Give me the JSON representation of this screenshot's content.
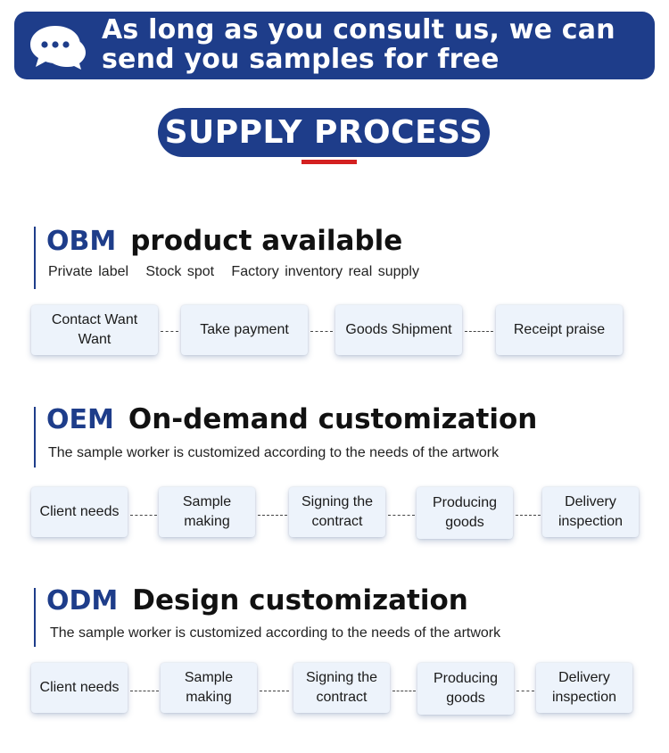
{
  "banner": {
    "icon": "chat-bubbles-icon",
    "text": "As long as you consult us, we can send you samples for free"
  },
  "title": {
    "text": "SUPPLY PROCESS",
    "accent_color": "#d42020",
    "brand_color": "#1e3d8a"
  },
  "sections": [
    {
      "code": "OBM",
      "title": "product available",
      "description": "Private label   Stock spot   Factory inventory real supply",
      "steps": [
        "Contact Want Want",
        "Take payment",
        "Goods Shipment",
        "Receipt praise"
      ]
    },
    {
      "code": "OEM",
      "title": "On-demand customization",
      "description": "The sample worker is customized according to the needs of the artwork",
      "steps": [
        "Client needs",
        "Sample making",
        "Signing the contract",
        "Producing goods",
        "Delivery inspection"
      ]
    },
    {
      "code": "ODM",
      "title": "Design customization",
      "description": "The sample worker is customized according to the needs of the artwork",
      "steps": [
        "Client needs",
        "Sample making",
        "Signing the contract",
        "Producing goods",
        "Delivery inspection"
      ]
    }
  ]
}
